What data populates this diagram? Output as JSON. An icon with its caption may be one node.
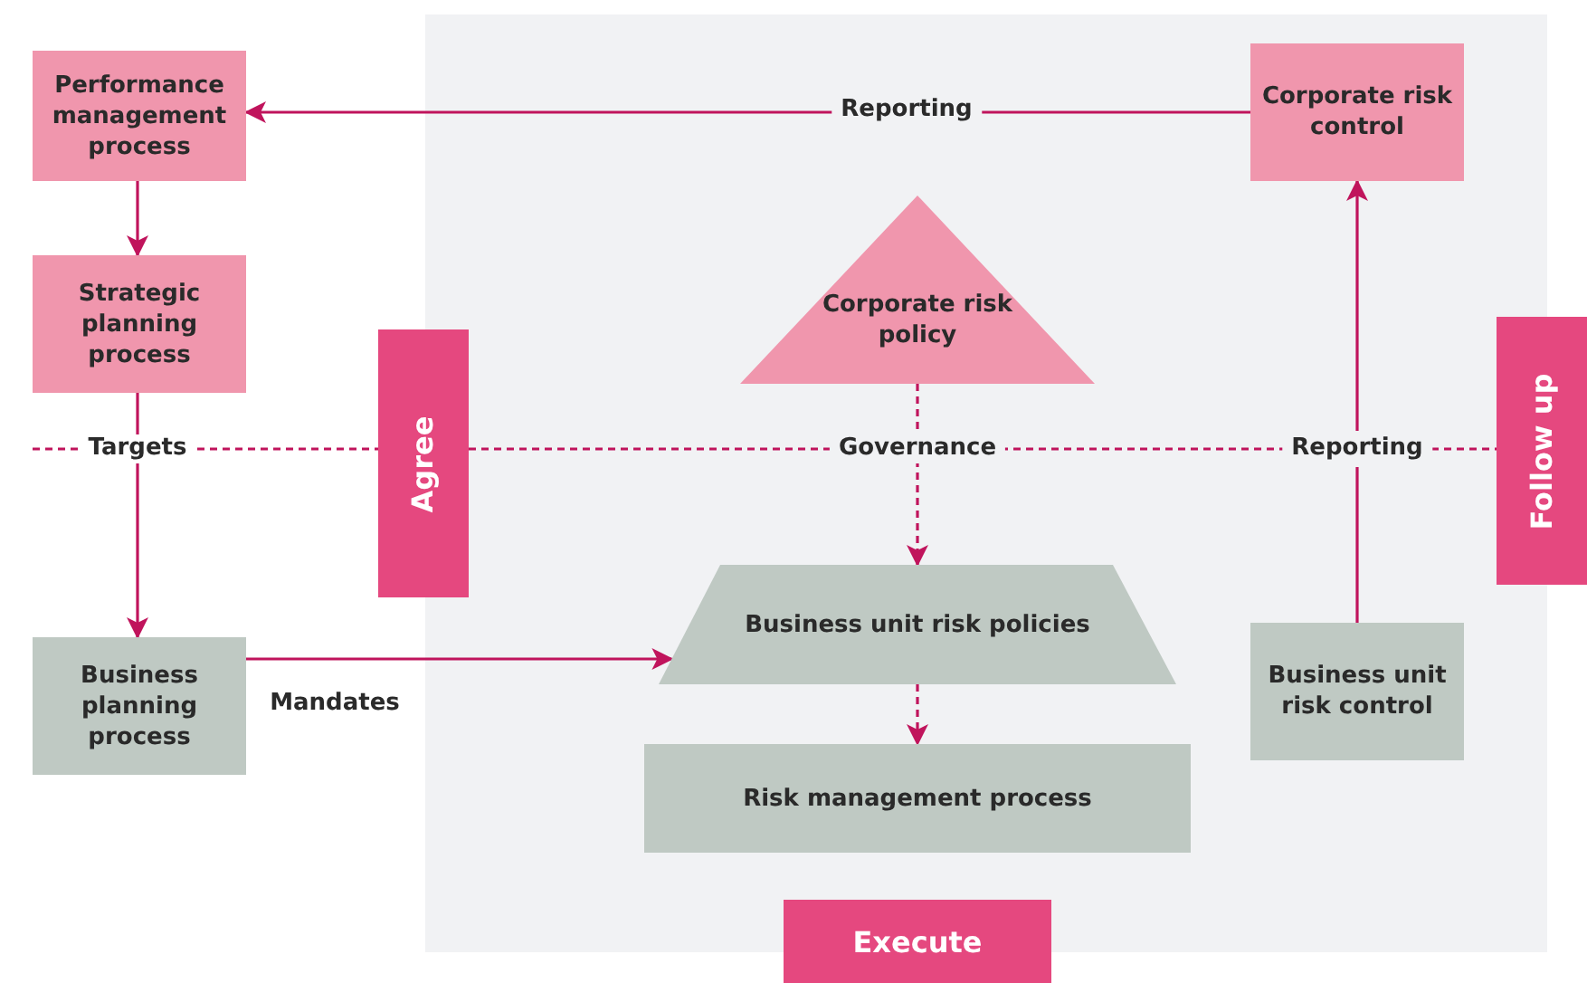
{
  "diagram": {
    "nodes": [
      {
        "text": [
          "Performance management process"
        ]
      },
      {
        "text": [
          "Strategic planning process"
        ]
      },
      {
        "text": [
          "Business planning process"
        ]
      },
      {
        "text": [
          "Corporate risk control"
        ]
      },
      {
        "text": [
          "Corporate risk policy"
        ]
      },
      {
        "text": [
          "Business unit risk policies"
        ]
      },
      {
        "text": [
          "Risk management process"
        ]
      },
      {
        "text": [
          "Business unit risk control"
        ]
      },
      {
        "text": [
          "Agree"
        ]
      },
      {
        "text": [
          "Follow up"
        ]
      },
      {
        "text": [
          "Execute"
        ]
      }
    ],
    "edges": [
      {
        "from": 3,
        "to": 0,
        "arrow": "to",
        "label": "Reporting"
      },
      {
        "from": 0,
        "to": 1,
        "arrow": "to"
      },
      {
        "from": 1,
        "to": 2,
        "arrow": "to"
      },
      {
        "from": 2,
        "to": 5,
        "arrow": "to",
        "label": "Mandates"
      },
      {
        "from": 4,
        "to": 5,
        "arrow": "to",
        "style": "dashed"
      },
      {
        "from": 5,
        "to": 6,
        "arrow": "to",
        "style": "dashed"
      },
      {
        "from": 7,
        "to": 3,
        "arrow": "to"
      },
      {
        "from": null,
        "to": 8,
        "arrow": "none",
        "style": "dashed",
        "label": "Targets"
      },
      {
        "from": 8,
        "to": 9,
        "arrow": "none",
        "style": "dashed",
        "label": "Governance"
      }
    ],
    "labels": [
      "Reporting"
    ]
  }
}
